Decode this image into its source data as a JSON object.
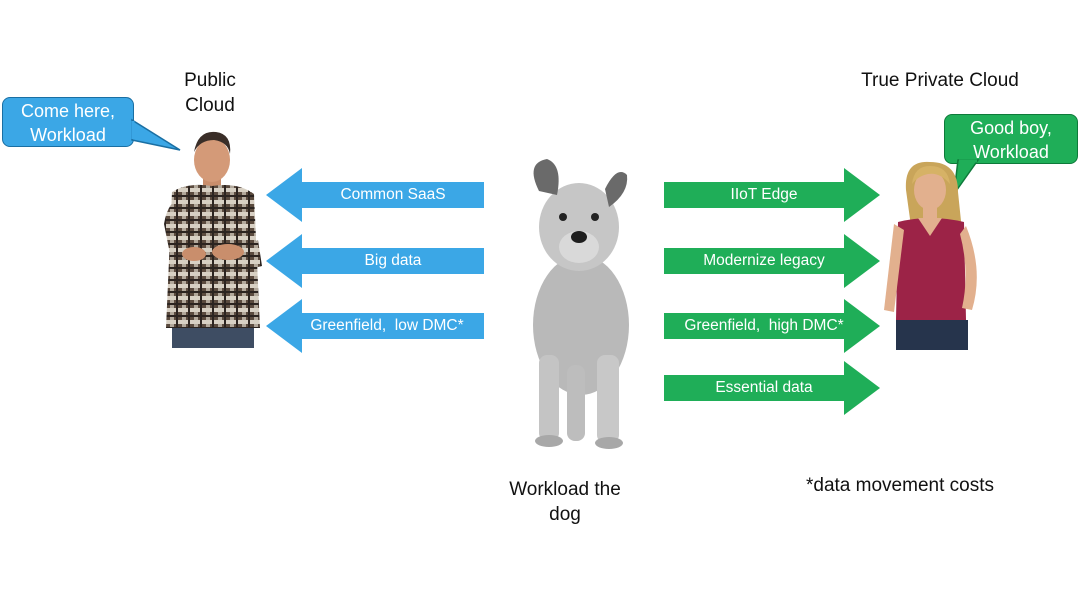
{
  "left": {
    "heading": "Public\nCloud",
    "bubble": "Come here,\nWorkload",
    "arrows": [
      "Common SaaS",
      "Big data",
      "Greenfield,  low DMC*"
    ]
  },
  "right": {
    "heading": "True Private Cloud",
    "bubble": "Good boy,\nWorkload",
    "arrows": [
      "IIoT Edge",
      "Modernize legacy",
      "Greenfield,  high DMC*",
      "Essential data"
    ]
  },
  "center": {
    "caption": "Workload the\ndog"
  },
  "footnote": "*data movement costs",
  "colors": {
    "public": "#3ba7e6",
    "private": "#1fae58"
  }
}
